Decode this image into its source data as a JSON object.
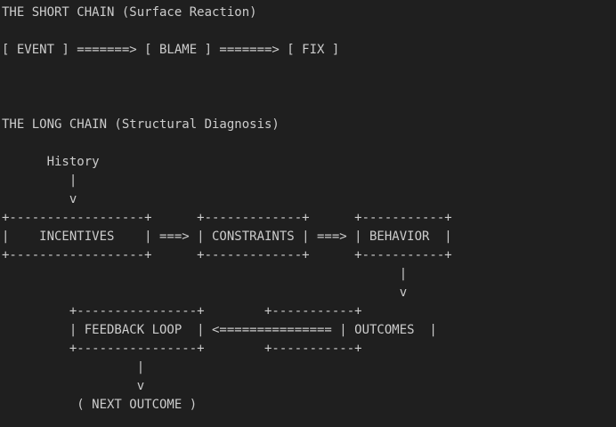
{
  "colors": {
    "background": "#1f1f1f",
    "foreground": "#cccccc"
  },
  "short_chain": {
    "title": "THE SHORT CHAIN (Surface Reaction)",
    "flow": "[ EVENT ] =======> [ BLAME ] =======> [ FIX ]"
  },
  "long_chain": {
    "title": "THE LONG CHAIN (Structural Diagnosis)",
    "diagram_lines": [
      "      History",
      "         |",
      "         v",
      "+------------------+      +-------------+      +-----------+",
      "|    INCENTIVES    | ===> | CONSTRAINTS | ===> | BEHAVIOR  |",
      "+------------------+      +-------------+      +-----------+",
      "                                                     |",
      "                                                     v",
      "         +----------------+        +-----------+",
      "         | FEEDBACK LOOP  | <=============== | OUTCOMES  |",
      "         +----------------+        +-----------+",
      "                  |",
      "                  v",
      "          ( NEXT OUTCOME )"
    ]
  },
  "diagram": {
    "short_chain_nodes": [
      "[ EVENT ]",
      "[ BLAME ]",
      "[ FIX ]"
    ],
    "long_chain_nodes": [
      "History",
      "INCENTIVES",
      "CONSTRAINTS",
      "BEHAVIOR",
      "OUTCOMES",
      "FEEDBACK LOOP",
      "( NEXT OUTCOME )"
    ],
    "edges": [
      {
        "from": "EVENT",
        "to": "BLAME"
      },
      {
        "from": "BLAME",
        "to": "FIX"
      },
      {
        "from": "History",
        "to": "INCENTIVES"
      },
      {
        "from": "INCENTIVES",
        "to": "CONSTRAINTS"
      },
      {
        "from": "CONSTRAINTS",
        "to": "BEHAVIOR"
      },
      {
        "from": "BEHAVIOR",
        "to": "OUTCOMES"
      },
      {
        "from": "OUTCOMES",
        "to": "FEEDBACK LOOP"
      },
      {
        "from": "FEEDBACK LOOP",
        "to": "( NEXT OUTCOME )"
      }
    ]
  }
}
